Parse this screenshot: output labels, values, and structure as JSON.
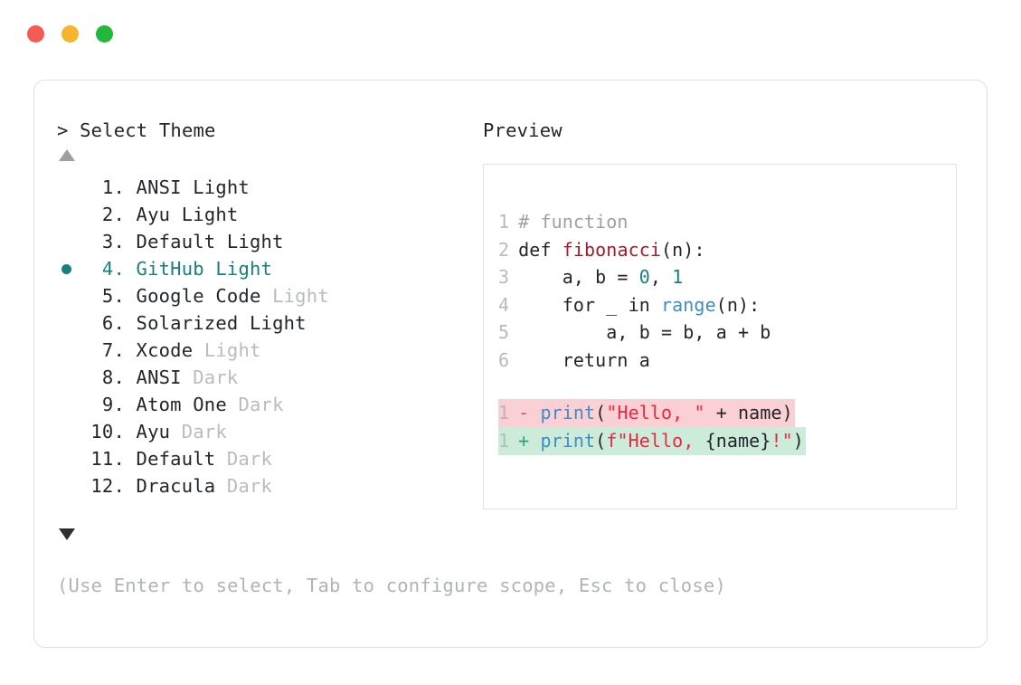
{
  "window": {
    "traffic_lights": [
      {
        "name": "close",
        "color": "#f55b53"
      },
      {
        "name": "minimize",
        "color": "#f7b52b"
      },
      {
        "name": "maximize",
        "color": "#22b83c"
      }
    ]
  },
  "left_panel": {
    "prompt_symbol": "> ",
    "prompt_label": "Select Theme",
    "scroll_up_icon": "triangle-up",
    "scroll_down_icon": "triangle-down",
    "selected_index": 4,
    "selected_bullet_color": "#17807e",
    "accent_color": "#17807e",
    "items": [
      {
        "num": "1.",
        "name": "ANSI",
        "suffix": "Light",
        "suffix_dim": false,
        "selected": false
      },
      {
        "num": "2.",
        "name": "Ayu",
        "suffix": "Light",
        "suffix_dim": false,
        "selected": false
      },
      {
        "num": "3.",
        "name": "Default",
        "suffix": "Light",
        "suffix_dim": false,
        "selected": false
      },
      {
        "num": "4.",
        "name": "GitHub",
        "suffix": "Light",
        "suffix_dim": false,
        "selected": true
      },
      {
        "num": "5.",
        "name": "Google Code",
        "suffix": "Light",
        "suffix_dim": true,
        "selected": false
      },
      {
        "num": "6.",
        "name": "Solarized",
        "suffix": "Light",
        "suffix_dim": false,
        "selected": false
      },
      {
        "num": "7.",
        "name": "Xcode",
        "suffix": "Light",
        "suffix_dim": true,
        "selected": false
      },
      {
        "num": "8.",
        "name": "ANSI",
        "suffix": "Dark",
        "suffix_dim": true,
        "selected": false
      },
      {
        "num": "9.",
        "name": "Atom One",
        "suffix": "Dark",
        "suffix_dim": true,
        "selected": false
      },
      {
        "num": "10.",
        "name": "Ayu",
        "suffix": "Dark",
        "suffix_dim": true,
        "selected": false
      },
      {
        "num": "11.",
        "name": "Default",
        "suffix": "Dark",
        "suffix_dim": true,
        "selected": false
      },
      {
        "num": "12.",
        "name": "Dracula",
        "suffix": "Dark",
        "suffix_dim": true,
        "selected": false
      }
    ]
  },
  "hint": "(Use Enter to select, Tab to configure scope, Esc to close)",
  "preview": {
    "title": "Preview",
    "code_lines": [
      {
        "ln": "1",
        "tokens": [
          {
            "t": "# function",
            "c": "comment"
          }
        ]
      },
      {
        "ln": "2",
        "tokens": [
          {
            "t": "def ",
            "c": "keyword"
          },
          {
            "t": "fibonacci",
            "c": "func"
          },
          {
            "t": "(n):",
            "c": "plain"
          }
        ]
      },
      {
        "ln": "3",
        "tokens": [
          {
            "t": "    a, b = ",
            "c": "plain"
          },
          {
            "t": "0",
            "c": "number"
          },
          {
            "t": ", ",
            "c": "plain"
          },
          {
            "t": "1",
            "c": "number"
          }
        ]
      },
      {
        "ln": "4",
        "tokens": [
          {
            "t": "    for _ in ",
            "c": "plain"
          },
          {
            "t": "range",
            "c": "builtin"
          },
          {
            "t": "(n):",
            "c": "plain"
          }
        ]
      },
      {
        "ln": "5",
        "tokens": [
          {
            "t": "        a, b = b, a + b",
            "c": "plain"
          }
        ]
      },
      {
        "ln": "6",
        "tokens": [
          {
            "t": "    return a",
            "c": "plain"
          }
        ]
      }
    ],
    "diff_lines": [
      {
        "ln": "1",
        "sign": "-",
        "kind": "removed",
        "bg": "#fbd0d5",
        "tokens": [
          {
            "t": "print",
            "c": "call"
          },
          {
            "t": "(",
            "c": "plain"
          },
          {
            "t": "\"Hello, \"",
            "c": "string"
          },
          {
            "t": " + name)",
            "c": "plain"
          }
        ]
      },
      {
        "ln": "1",
        "sign": "+",
        "kind": "added",
        "bg": "#cdebd9",
        "tokens": [
          {
            "t": "print",
            "c": "call"
          },
          {
            "t": "(",
            "c": "plain"
          },
          {
            "t": "f\"Hello, ",
            "c": "string"
          },
          {
            "t": "{name}",
            "c": "plain"
          },
          {
            "t": "!\"",
            "c": "string"
          },
          {
            "t": ")",
            "c": "plain"
          }
        ]
      }
    ]
  }
}
